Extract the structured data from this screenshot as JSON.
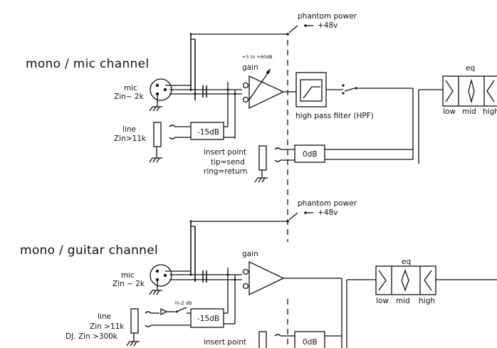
{
  "top": {
    "title": "mono / mic channel",
    "phantom_label": "phantom power",
    "phantom_voltage": "+48v",
    "gain_range": "+5 to +60dB",
    "gain_label": "gain",
    "mic_label": "mic",
    "mic_impedance": "Zin~ 2k",
    "line_label": "line",
    "line_impedance": "Zin>11k",
    "pad_label": "-15dB",
    "hpf_label": "high pass filter (HPF)",
    "insert_label": "insert point",
    "insert_tip": "tip=send",
    "insert_ring": "ring=return",
    "insert_level": "0dB",
    "eq_label": "eq",
    "eq_bands": [
      "low",
      "mid",
      "high"
    ]
  },
  "bottom": {
    "title": "mono / guitar channel",
    "phantom_label": "phantom power",
    "phantom_voltage": "+48v",
    "gain_label": "gain",
    "mic_label": "mic",
    "mic_impedance": "Zin ~ 2k",
    "hiz_label": "hi-Z dB",
    "line_label": "line",
    "line_impedance": "Zin >11k",
    "dj_impedance": "DJ. Zin >300k",
    "pad_label": "-15dB",
    "insert_label": "insert point",
    "insert_level": "0dB",
    "eq_label": "eq",
    "eq_bands": [
      "low",
      "mid",
      "high"
    ]
  }
}
